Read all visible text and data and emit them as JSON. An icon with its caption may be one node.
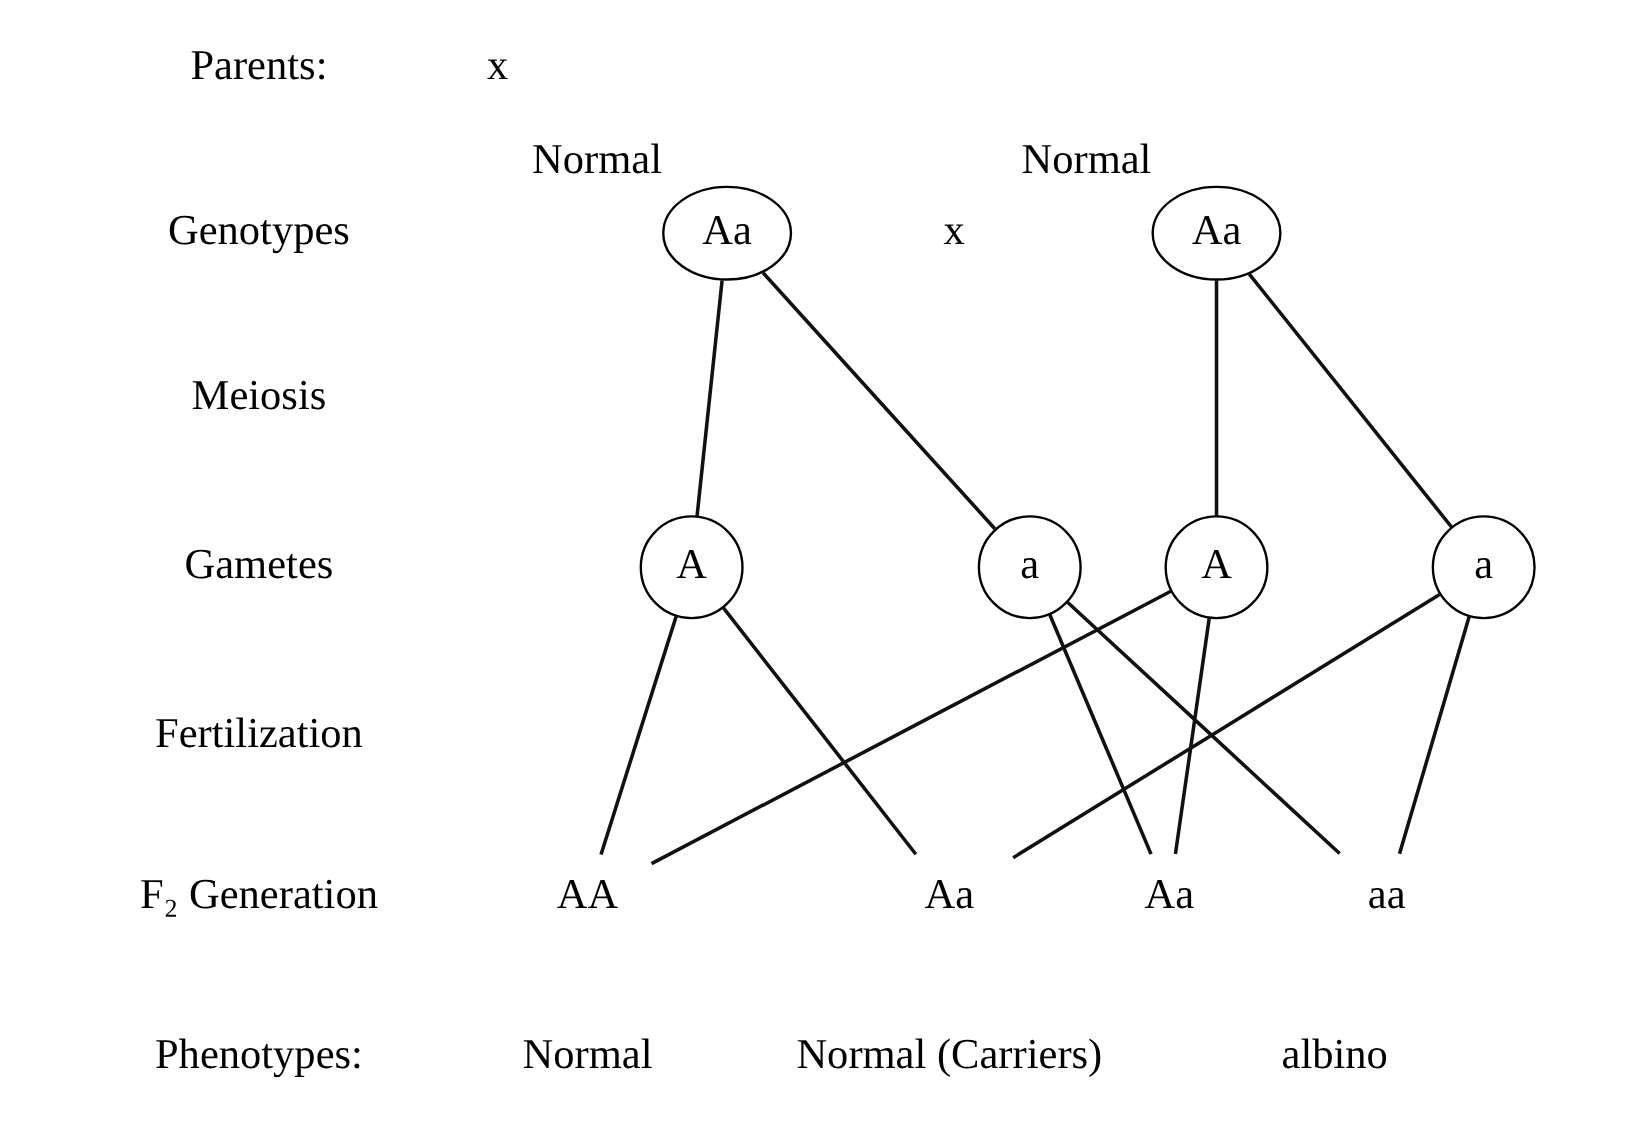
{
  "diagram": {
    "nodes": [
      {
        "text": [
          "Aa"
        ],
        "beside": [
          "Normal"
        ]
      },
      {
        "text": [
          "Aa"
        ],
        "beside": [
          "Normal"
        ]
      },
      {
        "text": [
          "A"
        ]
      },
      {
        "text": [
          "a"
        ]
      },
      {
        "text": [
          "A"
        ]
      },
      {
        "text": [
          "a"
        ]
      },
      {
        "text": [
          "AA"
        ]
      },
      {
        "text": [
          "Aa"
        ]
      },
      {
        "text": [
          "Aa"
        ]
      },
      {
        "text": [
          "aa"
        ]
      }
    ],
    "edges": [
      {
        "from": 0,
        "to": 2,
        "arrow": "none"
      },
      {
        "from": 0,
        "to": 3,
        "arrow": "none"
      },
      {
        "from": 1,
        "to": 4,
        "arrow": "none"
      },
      {
        "from": 1,
        "to": 5,
        "arrow": "none"
      },
      {
        "from": 2,
        "to": 6,
        "arrow": "none"
      },
      {
        "from": 2,
        "to": 7,
        "arrow": "none"
      },
      {
        "from": 3,
        "to": 8,
        "arrow": "none"
      },
      {
        "from": 3,
        "to": 9,
        "arrow": "none"
      },
      {
        "from": 4,
        "to": 6,
        "arrow": "none"
      },
      {
        "from": 4,
        "to": 8,
        "arrow": "none"
      },
      {
        "from": 5,
        "to": 7,
        "arrow": "none"
      },
      {
        "from": 5,
        "to": 9,
        "arrow": "none"
      }
    ],
    "labels": [
      "Parents:",
      "x",
      "Genotypes",
      "x",
      "Meiosis",
      "Gametes",
      "Fertilization",
      "F₂ Generation",
      "Phenotypes:",
      "Normal",
      "Normal (Carriers)",
      "albino"
    ]
  }
}
